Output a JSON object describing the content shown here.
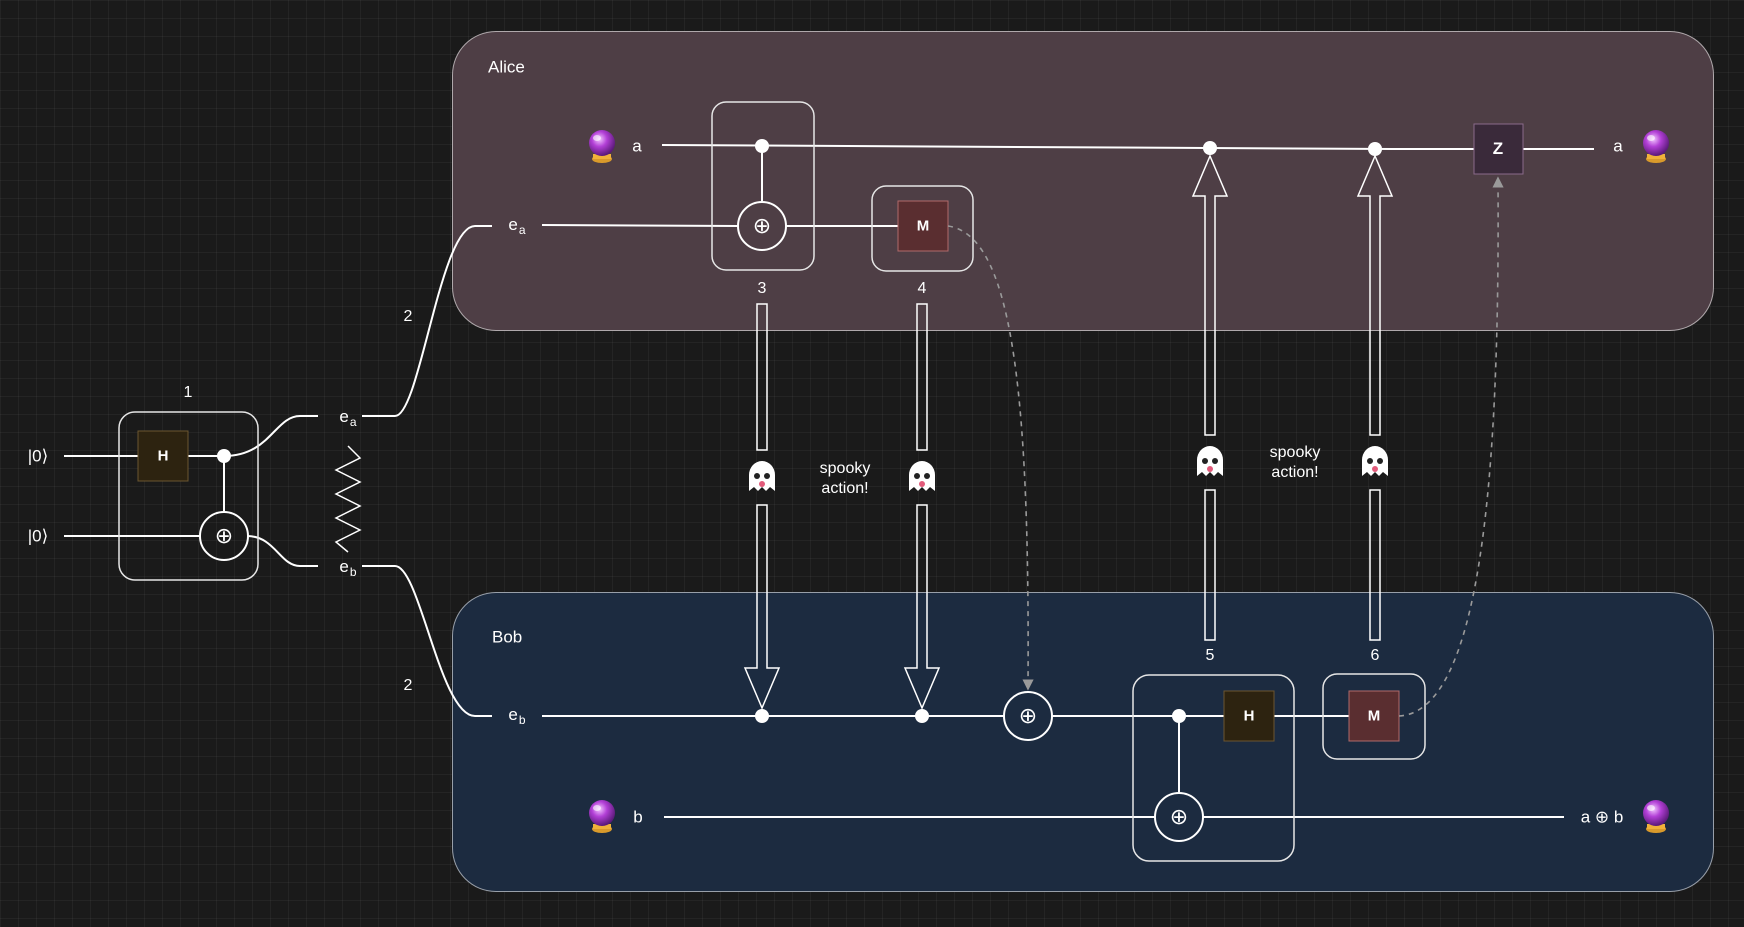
{
  "alice": {
    "title": "Alice",
    "qubit_a_in": "a",
    "qubit_a_out": "a",
    "ea_prefix": "e",
    "ea_sub": "a",
    "gate_m": "M",
    "gate_z": "Z"
  },
  "bob": {
    "title": "Bob",
    "eb_prefix": "e",
    "eb_sub": "b",
    "qubit_b_in": "b",
    "qubit_out": "a ⊕ b",
    "gate_h": "H",
    "gate_m": "M"
  },
  "prep": {
    "input_top": "|0⟩",
    "input_bottom": "|0⟩",
    "gate_h": "H",
    "out_prefix": "e",
    "out_a_sub": "a",
    "out_b_sub": "b"
  },
  "steps": {
    "s1": "1",
    "s2_top": "2",
    "s2_bottom": "2",
    "s3": "3",
    "s4": "4",
    "s5": "5",
    "s6": "6"
  },
  "annotations": {
    "spooky_left_1": "spooky",
    "spooky_left_2": "action!",
    "spooky_right_1": "spooky",
    "spooky_right_2": "action!"
  },
  "symbols": {
    "xor": "⊕"
  },
  "icons": {
    "qubit": "crystal-ball-icon",
    "spooky": "ghost-icon"
  },
  "colors": {
    "background": "#1a1a1a",
    "alice_panel": "#4e3e45",
    "bob_panel": "#1c2b40",
    "h_gate": "#2d2310",
    "m_gate": "#5a2e30",
    "z_gate": "#3a2a3a",
    "wire": "#ffffff",
    "classical": "#9a9a9a"
  }
}
